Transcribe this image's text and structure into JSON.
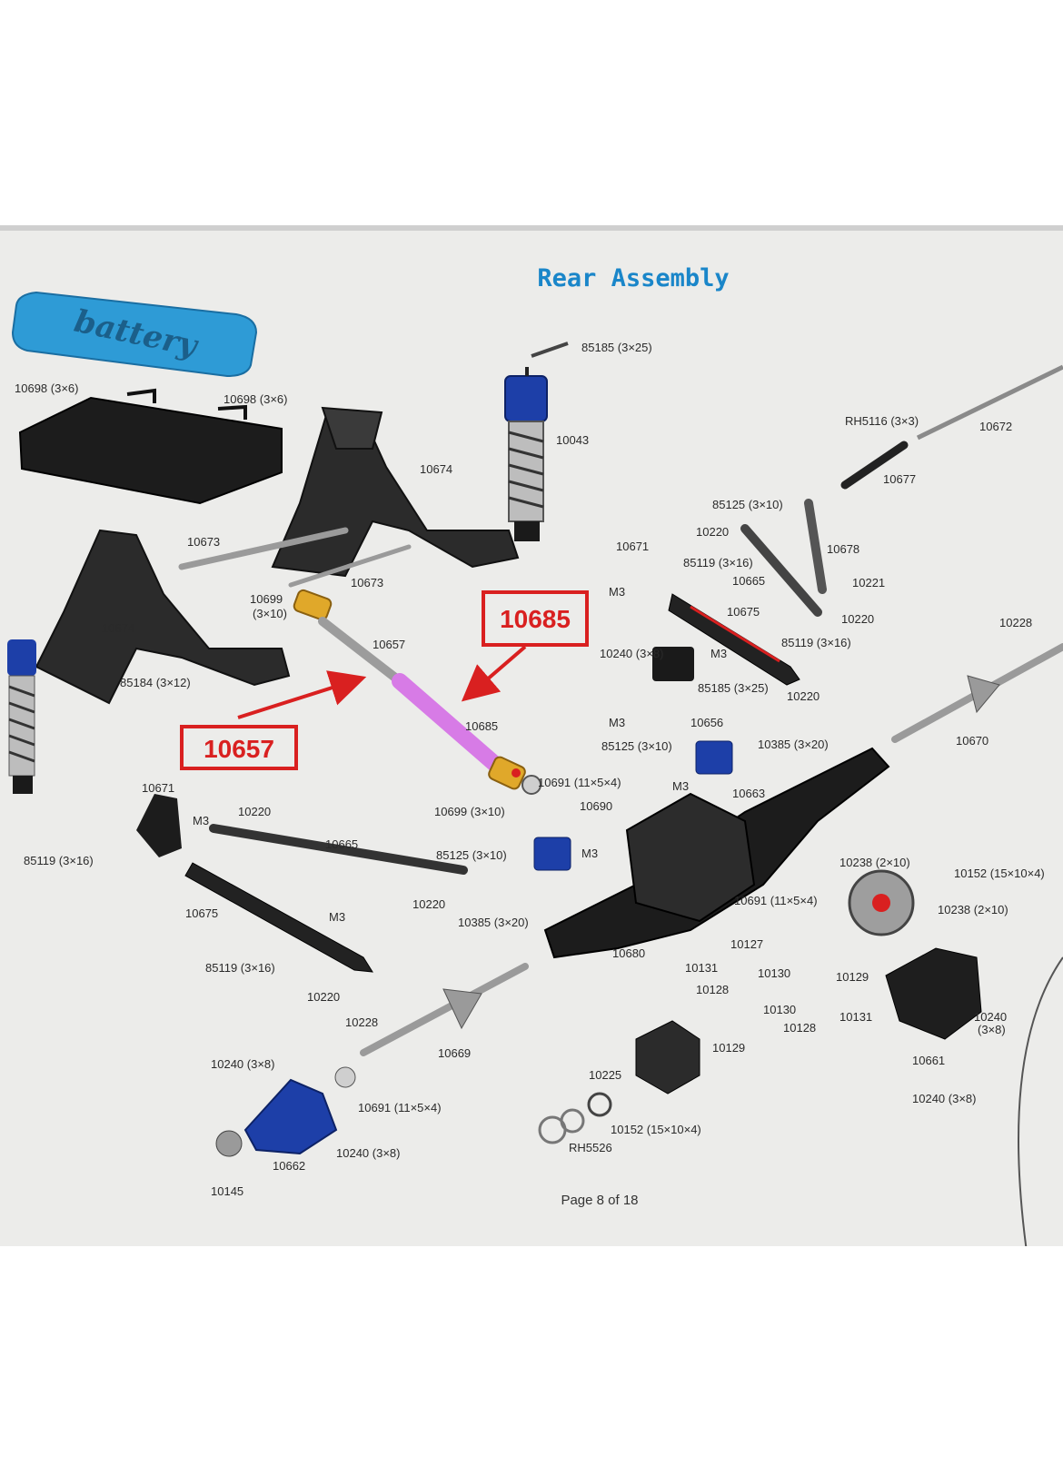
{
  "title": "Rear Assembly",
  "battery_text": "battery",
  "footer": "Page 8 of 18",
  "callouts": [
    {
      "id": "c1",
      "text": "10685"
    },
    {
      "id": "c2",
      "text": "10657"
    }
  ],
  "labels": [
    {
      "id": "l01",
      "text": "85185 (3×25)"
    },
    {
      "id": "l02",
      "text": "10698 (3×6)"
    },
    {
      "id": "l03",
      "text": "10698 (3×6)"
    },
    {
      "id": "l04",
      "text": "10043"
    },
    {
      "id": "l05",
      "text": "10674"
    },
    {
      "id": "l06",
      "text": "RH5116 (3×3)"
    },
    {
      "id": "l07",
      "text": "10672"
    },
    {
      "id": "l08",
      "text": "10677"
    },
    {
      "id": "l09",
      "text": "85125 (3×10)"
    },
    {
      "id": "l10",
      "text": "10673"
    },
    {
      "id": "l11",
      "text": "10220"
    },
    {
      "id": "l12",
      "text": "10671"
    },
    {
      "id": "l13",
      "text": "85119 (3×16)"
    },
    {
      "id": "l14",
      "text": "10678"
    },
    {
      "id": "l15",
      "text": "10673"
    },
    {
      "id": "l16",
      "text": "10665"
    },
    {
      "id": "l17",
      "text": "10221"
    },
    {
      "id": "l18",
      "text": "10699"
    },
    {
      "id": "l19",
      "text": "(3×10)"
    },
    {
      "id": "l20",
      "text": "M3"
    },
    {
      "id": "l21",
      "text": "10675"
    },
    {
      "id": "l22",
      "text": "10220"
    },
    {
      "id": "l23",
      "text": "10674"
    },
    {
      "id": "l24",
      "text": "10657"
    },
    {
      "id": "l25",
      "text": "85119 (3×16)"
    },
    {
      "id": "l26",
      "text": "10228"
    },
    {
      "id": "l27",
      "text": "10240 (3×8)"
    },
    {
      "id": "l28",
      "text": "M3"
    },
    {
      "id": "l29",
      "text": "85184 (3×12)"
    },
    {
      "id": "l30",
      "text": "85185 (3×25)"
    },
    {
      "id": "l31",
      "text": "10220"
    },
    {
      "id": "l32",
      "text": "10685"
    },
    {
      "id": "l33",
      "text": "M3"
    },
    {
      "id": "l34",
      "text": "10656"
    },
    {
      "id": "l35",
      "text": "10670"
    },
    {
      "id": "l36",
      "text": "85125 (3×10)"
    },
    {
      "id": "l37",
      "text": "10385 (3×20)"
    },
    {
      "id": "l38",
      "text": "10691 (11×5×4)"
    },
    {
      "id": "l39",
      "text": "M3"
    },
    {
      "id": "l40",
      "text": "10663"
    },
    {
      "id": "l41",
      "text": "10671"
    },
    {
      "id": "l42",
      "text": "10699 (3×10)"
    },
    {
      "id": "l43",
      "text": "10690"
    },
    {
      "id": "l44",
      "text": "M3"
    },
    {
      "id": "l45",
      "text": "10220"
    },
    {
      "id": "l46",
      "text": "85119 (3×16)"
    },
    {
      "id": "l47",
      "text": "10665"
    },
    {
      "id": "l48",
      "text": "85125 (3×10)"
    },
    {
      "id": "l49",
      "text": "M3"
    },
    {
      "id": "l50",
      "text": "10238 (2×10)"
    },
    {
      "id": "l51",
      "text": "10152 (15×10×4)"
    },
    {
      "id": "l52",
      "text": "10220"
    },
    {
      "id": "l53",
      "text": "10691 (11×5×4)"
    },
    {
      "id": "l54",
      "text": "10238 (2×10)"
    },
    {
      "id": "l55",
      "text": "10675"
    },
    {
      "id": "l56",
      "text": "M3"
    },
    {
      "id": "l57",
      "text": "10385 (3×20)"
    },
    {
      "id": "l58",
      "text": "10127"
    },
    {
      "id": "l59",
      "text": "10680"
    },
    {
      "id": "l60",
      "text": "85119 (3×16)"
    },
    {
      "id": "l61",
      "text": "10131"
    },
    {
      "id": "l62",
      "text": "10130"
    },
    {
      "id": "l63",
      "text": "10129"
    },
    {
      "id": "l64",
      "text": "10128"
    },
    {
      "id": "l65",
      "text": "10220"
    },
    {
      "id": "l66",
      "text": "10130"
    },
    {
      "id": "l67",
      "text": "10131"
    },
    {
      "id": "l68",
      "text": "10128"
    },
    {
      "id": "l69",
      "text": "10240"
    },
    {
      "id": "l70",
      "text": "(3×8)"
    },
    {
      "id": "l71",
      "text": "10228"
    },
    {
      "id": "l72",
      "text": "10129"
    },
    {
      "id": "l73",
      "text": "10669"
    },
    {
      "id": "l74",
      "text": "10240 (3×8)"
    },
    {
      "id": "l75",
      "text": "10225"
    },
    {
      "id": "l76",
      "text": "10661"
    },
    {
      "id": "l77",
      "text": "10240 (3×8)"
    },
    {
      "id": "l78",
      "text": "10691 (11×5×4)"
    },
    {
      "id": "l79",
      "text": "10152 (15×10×4)"
    },
    {
      "id": "l80",
      "text": "RH5526"
    },
    {
      "id": "l81",
      "text": "10240 (3×8)"
    },
    {
      "id": "l82",
      "text": "10662"
    },
    {
      "id": "l83",
      "text": "10145"
    }
  ],
  "colors": {
    "callout": "#d92020",
    "highlight_10685": "#d77be6",
    "title": "#1a86c9",
    "battery": "#2e9bd6",
    "part_dark": "#222222",
    "part_blue": "#1d3fa8",
    "part_gold": "#e0a82a"
  }
}
